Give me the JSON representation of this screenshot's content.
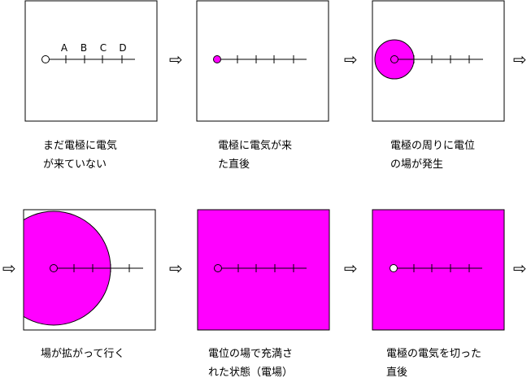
{
  "colors": {
    "field": "#ff00ff",
    "stroke": "#000000",
    "background": "#ffffff"
  },
  "point_labels": [
    "A",
    "B",
    "C",
    "D"
  ],
  "arrow_glyph": "⇨",
  "panels": [
    {
      "caption": "まだ電極に電気\nが来ていない",
      "state": "no-charge"
    },
    {
      "caption": "電極に電気が来\nた直後",
      "state": "charged-electrode"
    },
    {
      "caption": "電極の周りに電位\nの場が発生",
      "state": "field-small"
    },
    {
      "caption": "場が拡がって行く",
      "state": "field-expanding"
    },
    {
      "caption": "電位の場で充満さ\nれた状態（電場）",
      "state": "field-filled"
    },
    {
      "caption": "電極の電気を切った\n直後",
      "state": "electricity-cut"
    }
  ]
}
